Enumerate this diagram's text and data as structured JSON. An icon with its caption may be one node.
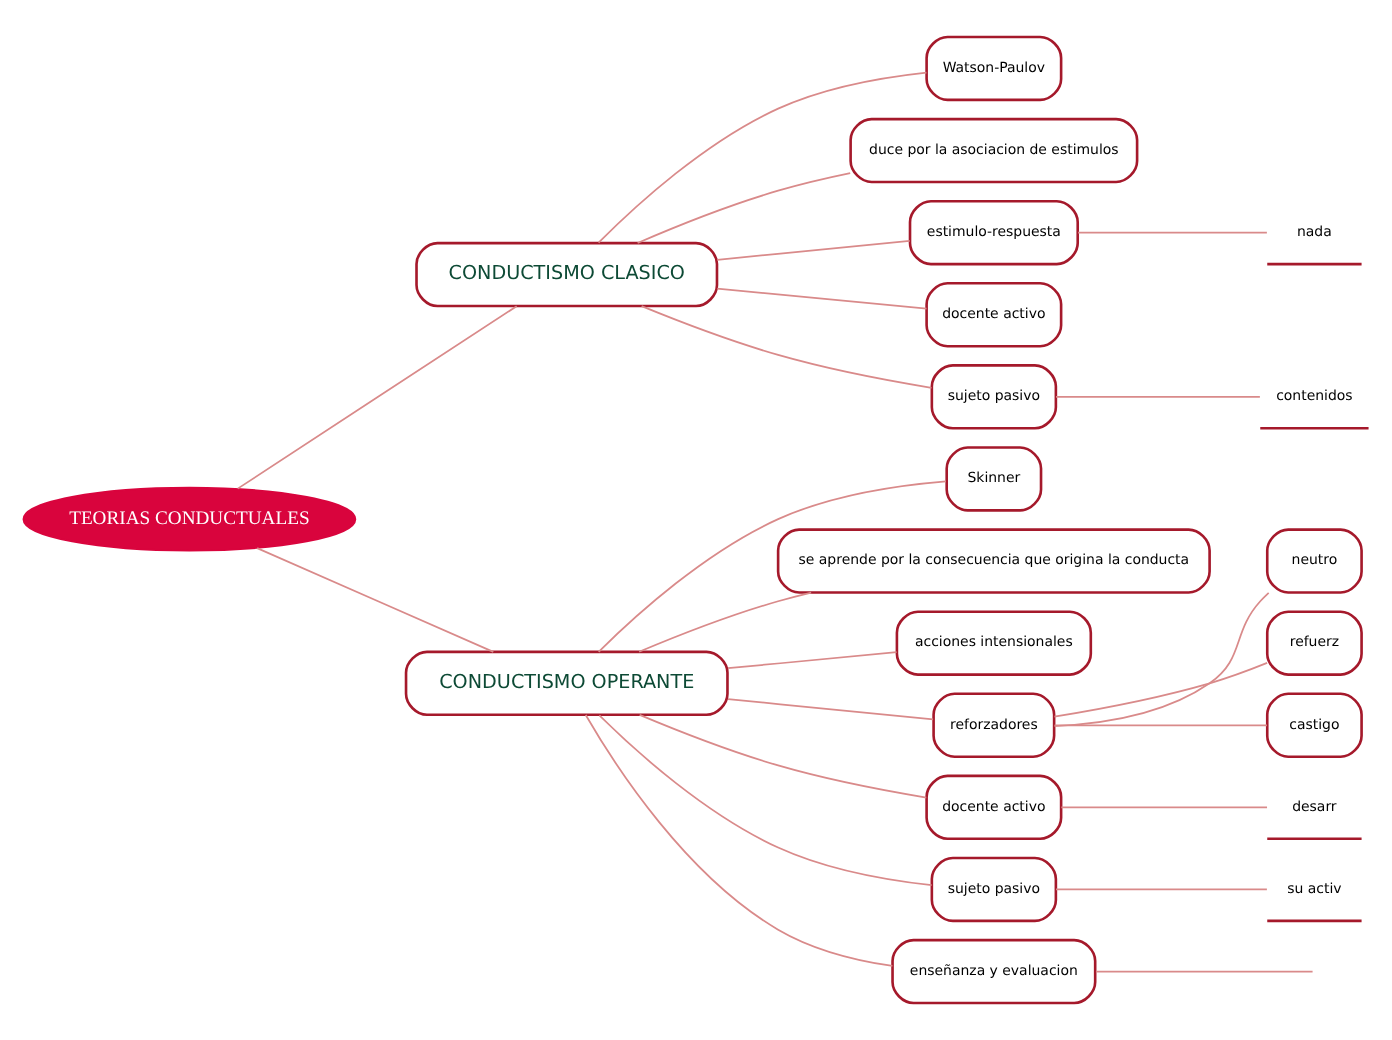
{
  "diagram": {
    "nodes": [
      {
        "text": [
          "TEORIAS CONDUCTUALES"
        ]
      },
      {
        "text": [
          "CONDUCTISMO CLASICO"
        ]
      },
      {
        "text": [
          "CONDUCTISMO OPERANTE"
        ]
      },
      {
        "text": [
          "Watson-Paulov"
        ]
      },
      {
        "text": [
          "duce por la asociacion de estimulos"
        ]
      },
      {
        "text": [
          "estimulo-respuesta"
        ]
      },
      {
        "text": [
          "nada"
        ]
      },
      {
        "text": [
          "docente activo"
        ]
      },
      {
        "text": [
          "sujeto pasivo"
        ]
      },
      {
        "text": [
          "contenidos"
        ]
      },
      {
        "text": [
          "Skinner"
        ]
      },
      {
        "text": [
          "se aprende por la consecuencia que origina la conducta"
        ]
      },
      {
        "text": [
          "acciones intensionales"
        ]
      },
      {
        "text": [
          "reforzadores"
        ]
      },
      {
        "text": [
          "neutro"
        ]
      },
      {
        "text": [
          "refuerz"
        ]
      },
      {
        "text": [
          "castigo"
        ]
      },
      {
        "text": [
          "docente activo"
        ]
      },
      {
        "text": [
          "desarr"
        ]
      },
      {
        "text": [
          "sujeto pasivo"
        ]
      },
      {
        "text": [
          "su activ"
        ]
      },
      {
        "text": [
          "enseñanza y evaluacion"
        ]
      }
    ],
    "edges": [
      {
        "from": 0,
        "to": 1,
        "arrow": "none"
      },
      {
        "from": 0,
        "to": 2,
        "arrow": "none"
      },
      {
        "from": 1,
        "to": 3,
        "arrow": "none"
      },
      {
        "from": 1,
        "to": 4,
        "arrow": "none"
      },
      {
        "from": 1,
        "to": 5,
        "arrow": "none"
      },
      {
        "from": 5,
        "to": 6,
        "arrow": "none"
      },
      {
        "from": 1,
        "to": 7,
        "arrow": "none"
      },
      {
        "from": 1,
        "to": 8,
        "arrow": "none"
      },
      {
        "from": 8,
        "to": 9,
        "arrow": "none"
      },
      {
        "from": 2,
        "to": 10,
        "arrow": "none"
      },
      {
        "from": 2,
        "to": 11,
        "arrow": "none"
      },
      {
        "from": 2,
        "to": 12,
        "arrow": "none"
      },
      {
        "from": 2,
        "to": 13,
        "arrow": "none"
      },
      {
        "from": 13,
        "to": 14,
        "arrow": "none"
      },
      {
        "from": 13,
        "to": 15,
        "arrow": "none"
      },
      {
        "from": 13,
        "to": 16,
        "arrow": "none"
      },
      {
        "from": 2,
        "to": 17,
        "arrow": "none"
      },
      {
        "from": 17,
        "to": 18,
        "arrow": "none"
      },
      {
        "from": 2,
        "to": 19,
        "arrow": "none"
      },
      {
        "from": 19,
        "to": 20,
        "arrow": "none"
      },
      {
        "from": 2,
        "to": 21,
        "arrow": "none"
      },
      {
        "from": 21,
        "to": null,
        "arrow": "none"
      }
    ]
  }
}
